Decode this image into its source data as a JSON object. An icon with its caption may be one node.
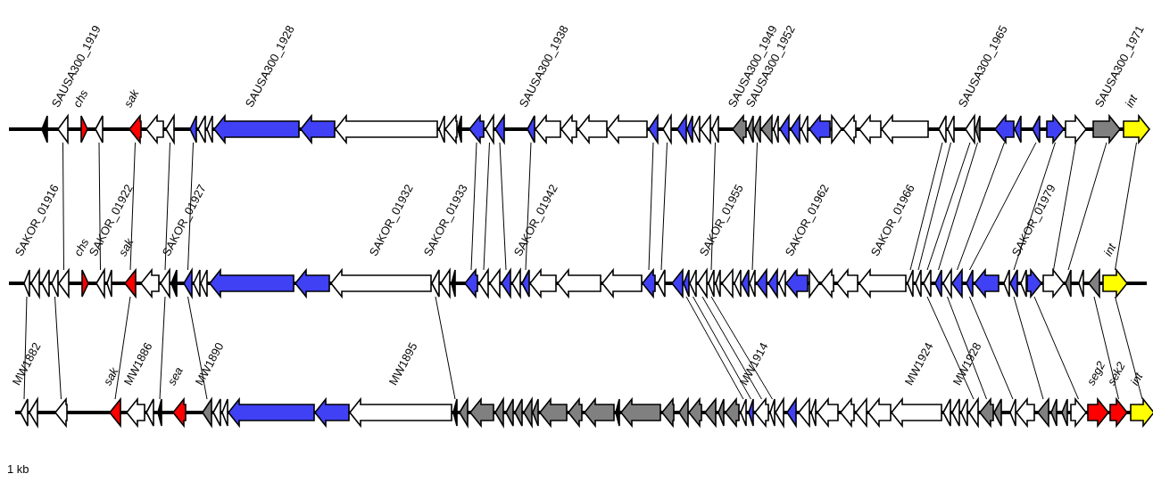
{
  "diagram": {
    "nodes": [
      {
        "text": [],
        "shape": "arrow"
      },
      {
        "text": [],
        "shape": "arrow",
        "beside": [
          "SAUSA300_1919"
        ]
      },
      {
        "text": [],
        "shape": "arrow",
        "beside": [
          "chs"
        ]
      },
      {
        "text": [],
        "shape": "arrow"
      },
      {
        "text": [],
        "shape": "arrow",
        "beside": [
          "sak"
        ]
      },
      {
        "text": [],
        "shape": "arrow"
      },
      {
        "text": [],
        "shape": "arrow"
      },
      {
        "text": [],
        "shape": "arrow"
      },
      {
        "text": [],
        "shape": "arrow"
      },
      {
        "text": [],
        "shape": "arrow"
      },
      {
        "text": [],
        "shape": "arrow",
        "beside": [
          "SAUSA300_1928"
        ]
      },
      {
        "text": [],
        "shape": "arrow"
      },
      {
        "text": [],
        "shape": "arrow"
      },
      {
        "text": [],
        "shape": "arrow"
      },
      {
        "text": [],
        "shape": "arrow"
      },
      {
        "text": [],
        "shape": "arrow"
      },
      {
        "text": [],
        "shape": "arrow"
      },
      {
        "text": [],
        "shape": "arrow"
      },
      {
        "text": [],
        "shape": "arrow"
      },
      {
        "text": [],
        "shape": "arrow",
        "beside": [
          "SAUSA300_1938"
        ]
      },
      {
        "text": [],
        "shape": "arrow"
      },
      {
        "text": [],
        "shape": "arrow"
      },
      {
        "text": [],
        "shape": "arrow"
      },
      {
        "text": [],
        "shape": "arrow"
      },
      {
        "text": [],
        "shape": "arrow"
      },
      {
        "text": [],
        "shape": "arrow"
      },
      {
        "text": [],
        "shape": "arrow"
      },
      {
        "text": [],
        "shape": "arrow"
      },
      {
        "text": [],
        "shape": "arrow"
      },
      {
        "text": [],
        "shape": "arrow"
      },
      {
        "text": [],
        "shape": "arrow"
      },
      {
        "text": [],
        "shape": "arrow",
        "beside": [
          "SAUSA300_1949"
        ]
      },
      {
        "text": [],
        "shape": "arrow"
      },
      {
        "text": [],
        "shape": "arrow",
        "beside": [
          "SAUSA300_1952"
        ]
      },
      {
        "text": [],
        "shape": "arrow"
      },
      {
        "text": [],
        "shape": "arrow"
      },
      {
        "text": [],
        "shape": "arrow"
      },
      {
        "text": [],
        "shape": "arrow"
      },
      {
        "text": [],
        "shape": "arrow"
      },
      {
        "text": [],
        "shape": "arrow"
      },
      {
        "text": [],
        "shape": "arrow"
      },
      {
        "text": [],
        "shape": "arrow"
      },
      {
        "text": [],
        "shape": "arrow"
      },
      {
        "text": [],
        "shape": "arrow"
      },
      {
        "text": [],
        "shape": "arrow"
      },
      {
        "text": [],
        "shape": "arrow"
      },
      {
        "text": [],
        "shape": "arrow",
        "beside": [
          "SAUSA300_1965"
        ]
      },
      {
        "text": [],
        "shape": "arrow"
      },
      {
        "text": [],
        "shape": "arrow"
      },
      {
        "text": [],
        "shape": "arrow"
      },
      {
        "text": [],
        "shape": "arrow"
      },
      {
        "text": [],
        "shape": "arrow"
      },
      {
        "text": [],
        "shape": "arrow"
      },
      {
        "text": [],
        "shape": "arrow",
        "beside": [
          "SAUSA300_1971"
        ]
      },
      {
        "text": [],
        "shape": "arrow",
        "beside": [
          "int"
        ]
      },
      {
        "text": [],
        "shape": "arrow",
        "beside": [
          "SAKOR_01916"
        ]
      },
      {
        "text": [],
        "shape": "arrow"
      },
      {
        "text": [],
        "shape": "arrow"
      },
      {
        "text": [],
        "shape": "arrow"
      },
      {
        "text": [],
        "shape": "arrow"
      },
      {
        "text": [],
        "shape": "arrow",
        "beside": [
          "chs"
        ]
      },
      {
        "text": [],
        "shape": "arrow",
        "beside": [
          "SAKOR_01922"
        ]
      },
      {
        "text": [],
        "shape": "arrow"
      },
      {
        "text": [],
        "shape": "arrow",
        "beside": [
          "sak"
        ]
      },
      {
        "text": [],
        "shape": "arrow"
      },
      {
        "text": [],
        "shape": "arrow"
      },
      {
        "text": [],
        "shape": "arrow",
        "beside": [
          "SAKOR_01927"
        ]
      },
      {
        "text": [],
        "shape": "arrow"
      },
      {
        "text": [],
        "shape": "arrow"
      },
      {
        "text": [],
        "shape": "arrow"
      },
      {
        "text": [],
        "shape": "arrow"
      },
      {
        "text": [],
        "shape": "arrow"
      },
      {
        "text": [],
        "shape": "arrow",
        "beside": [
          "SAKOR_01932"
        ]
      },
      {
        "text": [],
        "shape": "arrow",
        "beside": [
          "SAKOR_01933"
        ]
      },
      {
        "text": [],
        "shape": "arrow"
      },
      {
        "text": [],
        "shape": "arrow"
      },
      {
        "text": [],
        "shape": "arrow"
      },
      {
        "text": [],
        "shape": "arrow"
      },
      {
        "text": [],
        "shape": "arrow"
      },
      {
        "text": [],
        "shape": "arrow"
      },
      {
        "text": [],
        "shape": "arrow"
      },
      {
        "text": [],
        "shape": "arrow",
        "beside": [
          "SAKOR_01942"
        ]
      },
      {
        "text": [],
        "shape": "arrow"
      },
      {
        "text": [],
        "shape": "arrow"
      },
      {
        "text": [],
        "shape": "arrow"
      },
      {
        "text": [],
        "shape": "arrow"
      },
      {
        "text": [],
        "shape": "arrow"
      },
      {
        "text": [],
        "shape": "arrow"
      },
      {
        "text": [],
        "shape": "arrow"
      },
      {
        "text": [],
        "shape": "arrow"
      },
      {
        "text": [],
        "shape": "arrow"
      },
      {
        "text": [],
        "shape": "arrow",
        "beside": [
          "SAKOR_01955"
        ]
      },
      {
        "text": [],
        "shape": "arrow"
      },
      {
        "text": [],
        "shape": "arrow"
      },
      {
        "text": [],
        "shape": "arrow"
      },
      {
        "text": [],
        "shape": "arrow"
      },
      {
        "text": [],
        "shape": "arrow"
      },
      {
        "text": [],
        "shape": "arrow"
      },
      {
        "text": [],
        "shape": "arrow"
      },
      {
        "text": [],
        "shape": "arrow"
      },
      {
        "text": [],
        "shape": "arrow",
        "beside": [
          "SAKOR_01962"
        ]
      },
      {
        "text": [],
        "shape": "arrow"
      },
      {
        "text": [],
        "shape": "arrow"
      },
      {
        "text": [],
        "shape": "arrow"
      },
      {
        "text": [],
        "shape": "arrow",
        "beside": [
          "SAKOR_01966"
        ]
      },
      {
        "text": [],
        "shape": "arrow"
      },
      {
        "text": [],
        "shape": "arrow"
      },
      {
        "text": [],
        "shape": "arrow"
      },
      {
        "text": [],
        "shape": "arrow"
      },
      {
        "text": [],
        "shape": "arrow"
      },
      {
        "text": [],
        "shape": "arrow"
      },
      {
        "text": [],
        "shape": "arrow"
      },
      {
        "text": [],
        "shape": "arrow"
      },
      {
        "text": [],
        "shape": "arrow"
      },
      {
        "text": [],
        "shape": "arrow"
      },
      {
        "text": [],
        "shape": "arrow",
        "beside": [
          "SAKOR_01979"
        ]
      },
      {
        "text": [],
        "shape": "arrow"
      },
      {
        "text": [],
        "shape": "arrow"
      },
      {
        "text": [],
        "shape": "arrow"
      },
      {
        "text": [],
        "shape": "arrow"
      },
      {
        "text": [],
        "shape": "arrow"
      },
      {
        "text": [],
        "shape": "arrow",
        "beside": [
          "int"
        ]
      },
      {
        "text": [],
        "shape": "arrow",
        "beside": [
          "MW1882"
        ]
      },
      {
        "text": [],
        "shape": "arrow"
      },
      {
        "text": [],
        "shape": "arrow"
      },
      {
        "text": [],
        "shape": "arrow",
        "beside": [
          "sak"
        ]
      },
      {
        "text": [],
        "shape": "arrow",
        "beside": [
          "MW1886"
        ]
      },
      {
        "text": [],
        "shape": "arrow"
      },
      {
        "text": [],
        "shape": "arrow"
      },
      {
        "text": [],
        "shape": "arrow",
        "beside": [
          "sea"
        ]
      },
      {
        "text": [],
        "shape": "arrow",
        "beside": [
          "MW1890"
        ]
      },
      {
        "text": [],
        "shape": "arrow"
      },
      {
        "text": [],
        "shape": "arrow"
      },
      {
        "text": [],
        "shape": "arrow"
      },
      {
        "text": [],
        "shape": "arrow"
      },
      {
        "text": [],
        "shape": "arrow",
        "beside": [
          "MW1895"
        ]
      },
      {
        "text": [],
        "shape": "arrow"
      },
      {
        "text": [],
        "shape": "arrow"
      },
      {
        "text": [],
        "shape": "arrow"
      },
      {
        "text": [],
        "shape": "arrow"
      },
      {
        "text": [],
        "shape": "arrow"
      },
      {
        "text": [],
        "shape": "arrow"
      },
      {
        "text": [],
        "shape": "arrow"
      },
      {
        "text": [],
        "shape": "arrow"
      },
      {
        "text": [],
        "shape": "arrow"
      },
      {
        "text": [],
        "shape": "arrow"
      },
      {
        "text": [],
        "shape": "arrow"
      },
      {
        "text": [],
        "shape": "arrow"
      },
      {
        "text": [],
        "shape": "arrow"
      },
      {
        "text": [],
        "shape": "arrow"
      },
      {
        "text": [],
        "shape": "arrow"
      },
      {
        "text": [],
        "shape": "arrow"
      },
      {
        "text": [],
        "shape": "arrow"
      },
      {
        "text": [],
        "shape": "arrow"
      },
      {
        "text": [],
        "shape": "arrow"
      },
      {
        "text": [],
        "shape": "arrow"
      },
      {
        "text": [],
        "shape": "arrow",
        "beside": [
          "MW1914"
        ]
      },
      {
        "text": [],
        "shape": "arrow"
      },
      {
        "text": [],
        "shape": "arrow"
      },
      {
        "text": [],
        "shape": "arrow"
      },
      {
        "text": [],
        "shape": "arrow"
      },
      {
        "text": [],
        "shape": "arrow"
      },
      {
        "text": [],
        "shape": "arrow"
      },
      {
        "text": [],
        "shape": "arrow"
      },
      {
        "text": [],
        "shape": "arrow"
      },
      {
        "text": [],
        "shape": "arrow"
      },
      {
        "text": [],
        "shape": "arrow"
      },
      {
        "text": [],
        "shape": "arrow",
        "beside": [
          "MW1924"
        ]
      },
      {
        "text": [],
        "shape": "arrow"
      },
      {
        "text": [],
        "shape": "arrow"
      },
      {
        "text": [],
        "shape": "arrow",
        "beside": [
          "MW1928"
        ]
      },
      {
        "text": [],
        "shape": "arrow"
      },
      {
        "text": [],
        "shape": "arrow"
      },
      {
        "text": [],
        "shape": "arrow"
      },
      {
        "text": [],
        "shape": "arrow"
      },
      {
        "text": [],
        "shape": "arrow"
      },
      {
        "text": [],
        "shape": "arrow"
      },
      {
        "text": [],
        "shape": "arrow"
      },
      {
        "text": [],
        "shape": "arrow"
      },
      {
        "text": [],
        "shape": "arrow"
      },
      {
        "text": [],
        "shape": "arrow",
        "beside": [
          "seg2"
        ]
      },
      {
        "text": [],
        "shape": "arrow",
        "beside": [
          "sek2"
        ]
      },
      {
        "text": [],
        "shape": "arrow",
        "beside": [
          "int"
        ]
      }
    ],
    "edges": [
      {
        "from": 1,
        "to": 59,
        "arrow": "none"
      },
      {
        "from": 3,
        "to": 61,
        "arrow": "none"
      },
      {
        "from": 4,
        "to": 63,
        "arrow": "none"
      },
      {
        "from": 6,
        "to": 65,
        "arrow": "none"
      },
      {
        "from": 7,
        "to": 67,
        "arrow": "none"
      },
      {
        "from": 16,
        "to": 76,
        "arrow": "none"
      },
      {
        "from": 17,
        "to": 77,
        "arrow": "none"
      },
      {
        "from": 18,
        "to": 79,
        "arrow": "none"
      },
      {
        "from": 19,
        "to": 81,
        "arrow": "none"
      },
      {
        "from": 24,
        "to": 85,
        "arrow": "none"
      },
      {
        "from": 25,
        "to": 86,
        "arrow": "none"
      },
      {
        "from": 30,
        "to": 91,
        "arrow": "none"
      },
      {
        "from": 33,
        "to": 96,
        "arrow": "none"
      },
      {
        "from": 44,
        "to": 105,
        "arrow": "none"
      },
      {
        "from": 45,
        "to": 106,
        "arrow": "none"
      },
      {
        "from": 46,
        "to": 107,
        "arrow": "none"
      },
      {
        "from": 47,
        "to": 108,
        "arrow": "none"
      },
      {
        "from": 48,
        "to": 110,
        "arrow": "none"
      },
      {
        "from": 50,
        "to": 111,
        "arrow": "none"
      },
      {
        "from": 51,
        "to": 114,
        "arrow": "none"
      },
      {
        "from": 52,
        "to": 117,
        "arrow": "none"
      },
      {
        "from": 53,
        "to": 118,
        "arrow": "none"
      },
      {
        "from": 54,
        "to": 121,
        "arrow": "none"
      },
      {
        "from": 55,
        "to": 122,
        "arrow": "none"
      },
      {
        "from": 58,
        "to": 124,
        "arrow": "none"
      },
      {
        "from": 63,
        "to": 125,
        "arrow": "none"
      },
      {
        "from": 65,
        "to": 128,
        "arrow": "none"
      },
      {
        "from": 67,
        "to": 130,
        "arrow": "none"
      },
      {
        "from": 73,
        "to": 136,
        "arrow": "none"
      },
      {
        "from": 88,
        "to": 155,
        "arrow": "none"
      },
      {
        "from": 89,
        "to": 156,
        "arrow": "none"
      },
      {
        "from": 90,
        "to": 157,
        "arrow": "none"
      },
      {
        "from": 91,
        "to": 158,
        "arrow": "none"
      },
      {
        "from": 107,
        "to": 171,
        "arrow": "none"
      },
      {
        "from": 109,
        "to": 172,
        "arrow": "none"
      },
      {
        "from": 111,
        "to": 174,
        "arrow": "none"
      },
      {
        "from": 114,
        "to": 176,
        "arrow": "none"
      },
      {
        "from": 116,
        "to": 179,
        "arrow": "none"
      },
      {
        "from": 120,
        "to": 181,
        "arrow": "none"
      },
      {
        "from": 121,
        "to": 182,
        "arrow": "none"
      }
    ],
    "labels": [
      "1 kb"
    ]
  }
}
